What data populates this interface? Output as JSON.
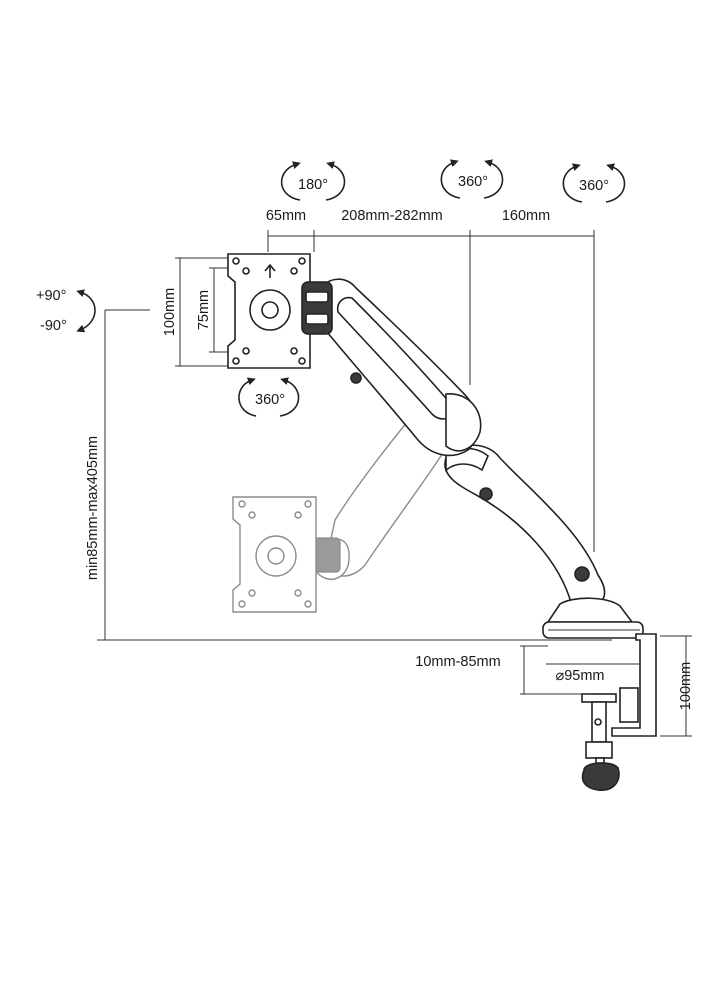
{
  "rotations": {
    "tilt_top": "180°",
    "swivel_mid": "360°",
    "swivel_right": "360°",
    "vesa_rotate": "360°",
    "tilt_up": "+90°",
    "tilt_down": "-90°"
  },
  "dimensions": {
    "offset": "65mm",
    "arm_reach": "208mm-282mm",
    "base_reach": "160mm",
    "vesa_outer": "100mm",
    "vesa_inner": "75mm",
    "height_range": "min85mm-max405mm",
    "desk_thickness": "10mm-85mm",
    "base_diameter": "⌀95mm",
    "clamp_height": "100mm"
  }
}
